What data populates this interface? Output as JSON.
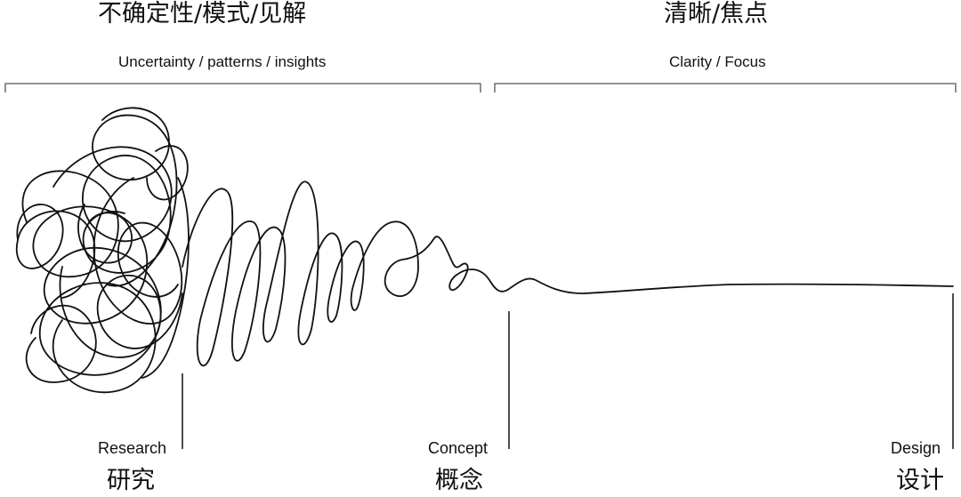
{
  "phases": {
    "left": {
      "title_zh": "不确定性/模式/见解",
      "subtitle_en": "Uncertainty / patterns / insights"
    },
    "right": {
      "title_zh": "清晰/焦点",
      "subtitle_en": "Clarity / Focus"
    }
  },
  "stages": [
    {
      "label_en": "Research",
      "label_zh": "研究"
    },
    {
      "label_en": "Concept",
      "label_zh": "概念"
    },
    {
      "label_en": "Design",
      "label_zh": "设计"
    }
  ],
  "colors": {
    "line": "#111111",
    "bracket": "#555555",
    "background": "#ffffff"
  }
}
